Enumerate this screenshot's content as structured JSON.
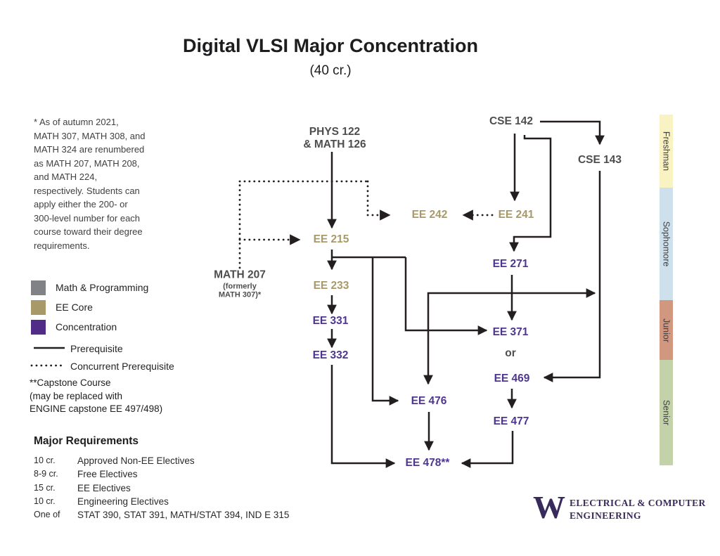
{
  "title": "Digital VLSI Major Concentration",
  "subtitle": "(40 cr.)",
  "note": "* As of autumn 2021,\nMATH 307, MATH 308, and\nMATH 324 are renumbered\nas MATH 207, MATH 208,\nand MATH 224,\nrespectively. Students can\napply either the 200- or\n300-level number for each\ncourse toward their degree\nrequirements.",
  "legend": {
    "categories": [
      {
        "label": "Math & Programming",
        "color": "#808285"
      },
      {
        "label": "EE Core",
        "color": "#a89968"
      },
      {
        "label": "Concentration",
        "color": "#512c87"
      }
    ],
    "prerequisite_label": "Prerequisite",
    "concurrent_label": "Concurrent Prerequisite",
    "capstone_note": "**Capstone Course\n(may be replaced with\nENGINE capstone EE 497/498)"
  },
  "requirements": {
    "heading": "Major Requirements",
    "rows": [
      {
        "credits": "10 cr.",
        "description": "Approved Non-EE Electives"
      },
      {
        "credits": "8-9 cr.",
        "description": "Free Electives"
      },
      {
        "credits": "15 cr.",
        "description": "EE Electives"
      },
      {
        "credits": "10 cr.",
        "description": "Engineering Electives"
      },
      {
        "credits": "One of",
        "description": "STAT 390, STAT 391, MATH/STAT 394, IND E 315"
      }
    ]
  },
  "flowchart": {
    "or_label": "or",
    "nodes": {
      "phys": {
        "label": "PHYS 122\n& MATH 126",
        "category": "math-programming"
      },
      "cse142": {
        "label": "CSE 142",
        "category": "math-programming"
      },
      "cse143": {
        "label": "CSE 143",
        "category": "math-programming"
      },
      "ee242": {
        "label": "EE 242",
        "category": "ee-core"
      },
      "ee241": {
        "label": "EE 241",
        "category": "ee-core"
      },
      "ee215": {
        "label": "EE 215",
        "category": "ee-core"
      },
      "math207": {
        "label": "MATH 207",
        "sublabel": "(formerly\nMATH 307)*",
        "category": "math-programming"
      },
      "ee233": {
        "label": "EE 233",
        "category": "ee-core"
      },
      "ee271": {
        "label": "EE 271",
        "category": "concentration"
      },
      "ee331": {
        "label": "EE 331",
        "category": "concentration"
      },
      "ee371": {
        "label": "EE 371",
        "category": "concentration"
      },
      "ee332": {
        "label": "EE 332",
        "category": "concentration"
      },
      "ee469": {
        "label": "EE 469",
        "category": "concentration"
      },
      "ee476": {
        "label": "EE 476",
        "category": "concentration"
      },
      "ee477": {
        "label": "EE 477",
        "category": "concentration"
      },
      "ee478": {
        "label": "EE 478**",
        "category": "concentration"
      }
    }
  },
  "year_bands": [
    {
      "label": "Freshman",
      "color": "#f9f2c3"
    },
    {
      "label": "Sophomore",
      "color": "#cfe0ed"
    },
    {
      "label": "Junior",
      "color": "#d2977f"
    },
    {
      "label": "Senior",
      "color": "#c3d2a9"
    }
  ],
  "logo": {
    "monogram": "W",
    "line1": "ELECTRICAL & COMPUTER",
    "line2": "ENGINEERING"
  }
}
